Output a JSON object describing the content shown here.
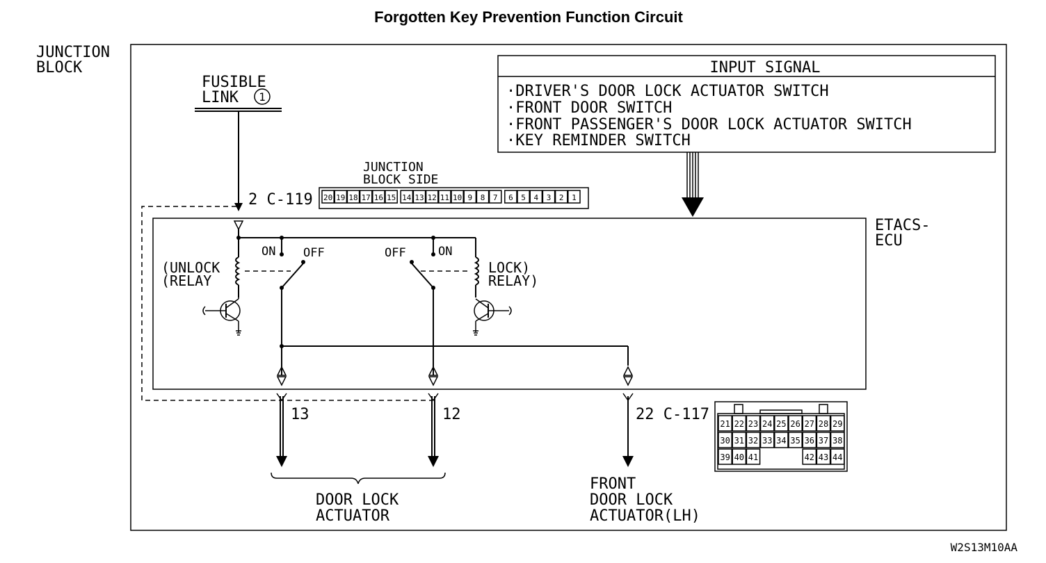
{
  "title": "Forgotten Key Prevention Function Circuit",
  "junction_block": {
    "line1": "JUNCTION",
    "line2": "BLOCK"
  },
  "fusible_link": {
    "line1": "FUSIBLE",
    "line2": "LINK",
    "number": "1"
  },
  "input_signal": {
    "header": "INPUT SIGNAL",
    "items": [
      "·DRIVER'S DOOR LOCK ACTUATOR SWITCH",
      "·FRONT DOOR SWITCH",
      "·FRONT PASSENGER'S DOOR LOCK ACTUATOR SWITCH",
      "·KEY REMINDER SWITCH"
    ]
  },
  "junction_block_side": {
    "line1": "JUNCTION",
    "line2": "BLOCK SIDE",
    "pins": [
      "20",
      "19",
      "18",
      "17",
      "16",
      "15",
      "14",
      "13",
      "12",
      "11",
      "10",
      "9",
      "8",
      "7",
      "6",
      "5",
      "4",
      "3",
      "2",
      "1"
    ]
  },
  "connector_c119": "2 C-119",
  "ecu": {
    "line1": "ETACS-",
    "line2": "ECU"
  },
  "unlock_relay": {
    "line1": "UNLOCK",
    "line2": "RELAY"
  },
  "lock_relay": {
    "line1": "LOCK",
    "line2": "RELAY"
  },
  "switch_labels": {
    "on": "ON",
    "off": "OFF"
  },
  "terminal_13": "13",
  "terminal_12": "12",
  "connector_c117": "22 C-117",
  "c117_pins": {
    "row1": [
      "21",
      "22",
      "23",
      "24",
      "25",
      "26",
      "27",
      "28",
      "29"
    ],
    "row2": [
      "30",
      "31",
      "32",
      "33",
      "34",
      "35",
      "36",
      "37",
      "38"
    ],
    "row3": [
      "39",
      "40",
      "41",
      "42",
      "43",
      "44"
    ]
  },
  "door_lock_actuator": {
    "line1": "DOOR LOCK",
    "line2": "ACTUATOR"
  },
  "front_door_lock_actuator": {
    "line1": "FRONT",
    "line2": "DOOR LOCK",
    "line3": "ACTUATOR(LH)"
  },
  "figure_code": "W2S13M10AA"
}
